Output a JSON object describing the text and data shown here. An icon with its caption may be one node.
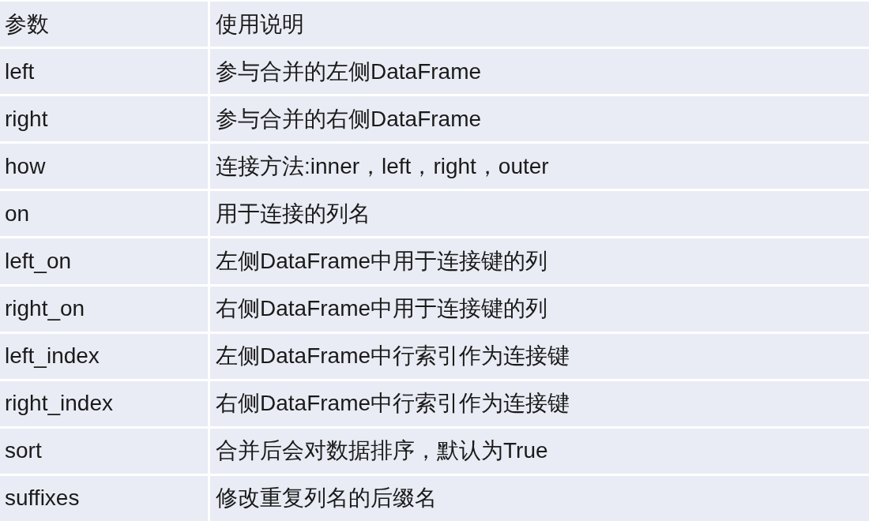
{
  "diagram": {
    "labels": [
      "参数",
      "使用说明",
      "left",
      "参与合并的左侧DataFrame",
      "right",
      "参与合并的右侧DataFrame",
      "how",
      "连接方法:inner，left，right，outer",
      "on",
      "用于连接的列名",
      "left_on",
      "左侧DataFrame中用于连接键的列",
      "right_on",
      "右侧DataFrame中用于连接键的列",
      "left_index",
      "左侧DataFrame中行索引作为连接键",
      "right_index",
      "右侧DataFrame中行索引作为连接键",
      "sort",
      "合并后会对数据排序，默认为True",
      "suffixes",
      "修改重复列名的后缀名"
    ]
  }
}
